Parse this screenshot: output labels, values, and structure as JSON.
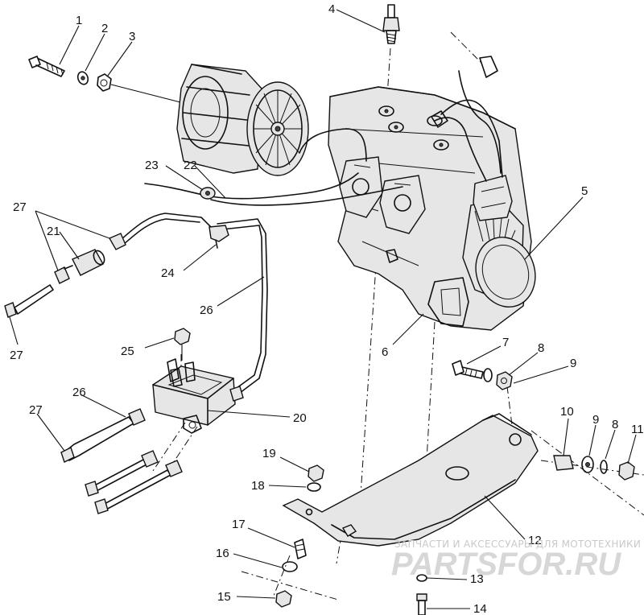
{
  "callouts": [
    {
      "id": "1",
      "label": "1"
    },
    {
      "id": "2",
      "label": "2"
    },
    {
      "id": "3",
      "label": "3"
    },
    {
      "id": "4",
      "label": "4"
    },
    {
      "id": "5",
      "label": "5"
    },
    {
      "id": "6",
      "label": "6"
    },
    {
      "id": "7",
      "label": "7"
    },
    {
      "id": "8a",
      "label": "8"
    },
    {
      "id": "9a",
      "label": "9"
    },
    {
      "id": "10",
      "label": "10"
    },
    {
      "id": "9b",
      "label": "9"
    },
    {
      "id": "8b",
      "label": "8"
    },
    {
      "id": "11",
      "label": "11"
    },
    {
      "id": "12",
      "label": "12"
    },
    {
      "id": "13",
      "label": "13"
    },
    {
      "id": "14",
      "label": "14"
    },
    {
      "id": "15",
      "label": "15"
    },
    {
      "id": "16",
      "label": "16"
    },
    {
      "id": "17",
      "label": "17"
    },
    {
      "id": "18",
      "label": "18"
    },
    {
      "id": "19",
      "label": "19"
    },
    {
      "id": "20",
      "label": "20"
    },
    {
      "id": "21",
      "label": "21"
    },
    {
      "id": "22",
      "label": "22"
    },
    {
      "id": "23",
      "label": "23"
    },
    {
      "id": "24",
      "label": "24"
    },
    {
      "id": "25",
      "label": "25"
    },
    {
      "id": "26a",
      "label": "26"
    },
    {
      "id": "26b",
      "label": "26"
    },
    {
      "id": "27a",
      "label": "27"
    },
    {
      "id": "27b",
      "label": "27"
    },
    {
      "id": "27c",
      "label": "27"
    }
  ],
  "watermark": {
    "tagline": "ЗАПЧАСТИ И АКСЕССУАРЫ ДЛЯ МОТОТЕХНИКИ",
    "logo": "PARTSFOR.RU"
  }
}
